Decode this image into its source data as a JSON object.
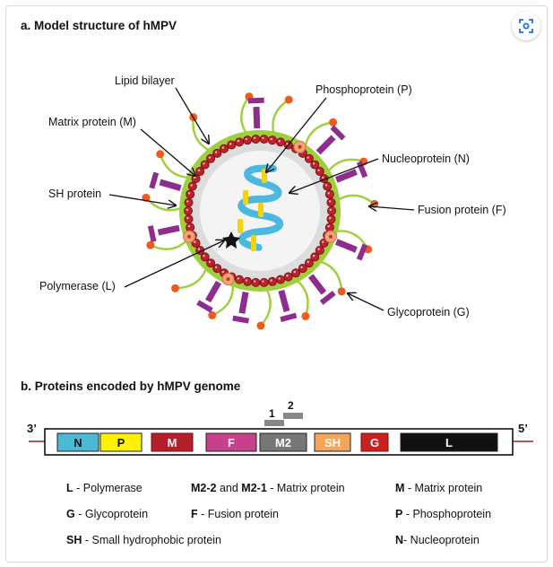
{
  "panel_a": {
    "title": "a. Model structure of hMPV",
    "labels": {
      "lipid": "Lipid bilayer",
      "phospho": "Phosphoprotein (P)",
      "matrix": "Matrix protein (M)",
      "nucleo": "Nucleoprotein (N)",
      "sh": "SH protein",
      "fusion": "Fusion protein (F)",
      "polymerase": "Polymerase (L)",
      "glyco": "Glycoprotein (G)"
    }
  },
  "panel_b": {
    "title": "b. Proteins encoded by hMPV genome",
    "end_left": "3’",
    "end_right": "5’",
    "overlap": {
      "one": "1",
      "two": "2"
    },
    "genes": [
      {
        "label": "N",
        "color": "#4bb8d4",
        "text_color": "#111111"
      },
      {
        "label": "P",
        "color": "#fff200",
        "text_color": "#111111"
      },
      {
        "label": "M",
        "color": "#b31f2b",
        "text_color": "#ffffff"
      },
      {
        "label": "F",
        "color": "#c7408a",
        "text_color": "#ffffff"
      },
      {
        "label": "M2",
        "color": "#777777",
        "text_color": "#ffffff"
      },
      {
        "label": "SH",
        "color": "#f5a55a",
        "text_color": "#ffffff"
      },
      {
        "label": "G",
        "color": "#c8211e",
        "text_color": "#ffffff"
      },
      {
        "label": "L",
        "color": "#111111",
        "text_color": "#ffffff"
      }
    ],
    "legend": {
      "r1c1_abbr": "L",
      "r1c1_desc": " - Polymerase",
      "r1c2_abbr1": "M2-2",
      "r1c2_and": " and ",
      "r1c2_abbr2": "M2-1",
      "r1c2_desc": " - Matrix protein",
      "r1c3_abbr": "M",
      "r1c3_desc": " - Matrix protein",
      "r2c1_abbr": "G",
      "r2c1_desc": " - Glycoprotein",
      "r2c2_abbr": "F",
      "r2c2_desc": " - Fusion protein",
      "r2c3_abbr": "P",
      "r2c3_desc": " - Phosphoprotein",
      "r3c1_abbr": "SH",
      "r3c1_desc": " - Small hydrophobic protein",
      "r3c3_abbr": "N",
      "r3c3_desc": "- Nucleoprotein"
    }
  },
  "colors": {
    "envelope": "#9fcf3c",
    "matrix_bead": "#c0202a",
    "glyco_tip": "#ef5a1e",
    "fusion": "#8e2d8e",
    "sh_protein": "#f4a37a",
    "nucleo_strand": "#4bb8e0",
    "phospho_bar": "#f5d20a"
  }
}
